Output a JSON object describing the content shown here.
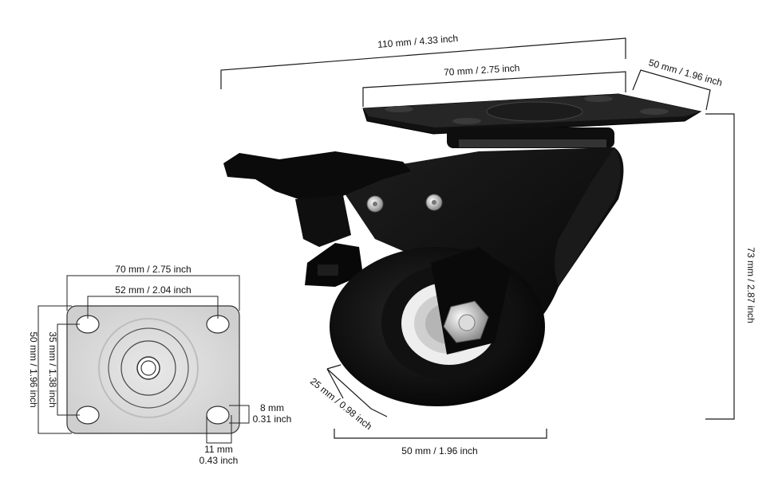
{
  "colors": {
    "background": "#ffffff",
    "caster_body": "#0d0d0d",
    "wheel_hub": "#e6e6e6",
    "mounting_plate_topview": "#d8d8d8",
    "dimension_lines": "#1a1a1a"
  },
  "side_view": {
    "top_length_label": "110 mm / 4.33 inch",
    "top_plate_length_label": "70 mm / 2.75 inch",
    "top_plate_width_label": "50 mm / 1.96 inch",
    "height_label": "73 mm / 2.87 inch",
    "wheel_width_label": "25 mm / 0.98 inch",
    "wheel_diameter_label": "50 mm / 1.96 inch"
  },
  "top_view": {
    "plate_length_label": "70 mm / 2.75 inch",
    "hole_spacing_length_label": "52 mm / 2.04 inch",
    "plate_width_label": "50 mm / 1.96 inch",
    "hole_spacing_width_label": "35 mm / 1.38 inch",
    "slot_width_label_mm": "8 mm",
    "slot_width_label_in": "0.31 inch",
    "slot_length_label_mm": "11 mm",
    "slot_length_label_in": "0.43 inch"
  }
}
